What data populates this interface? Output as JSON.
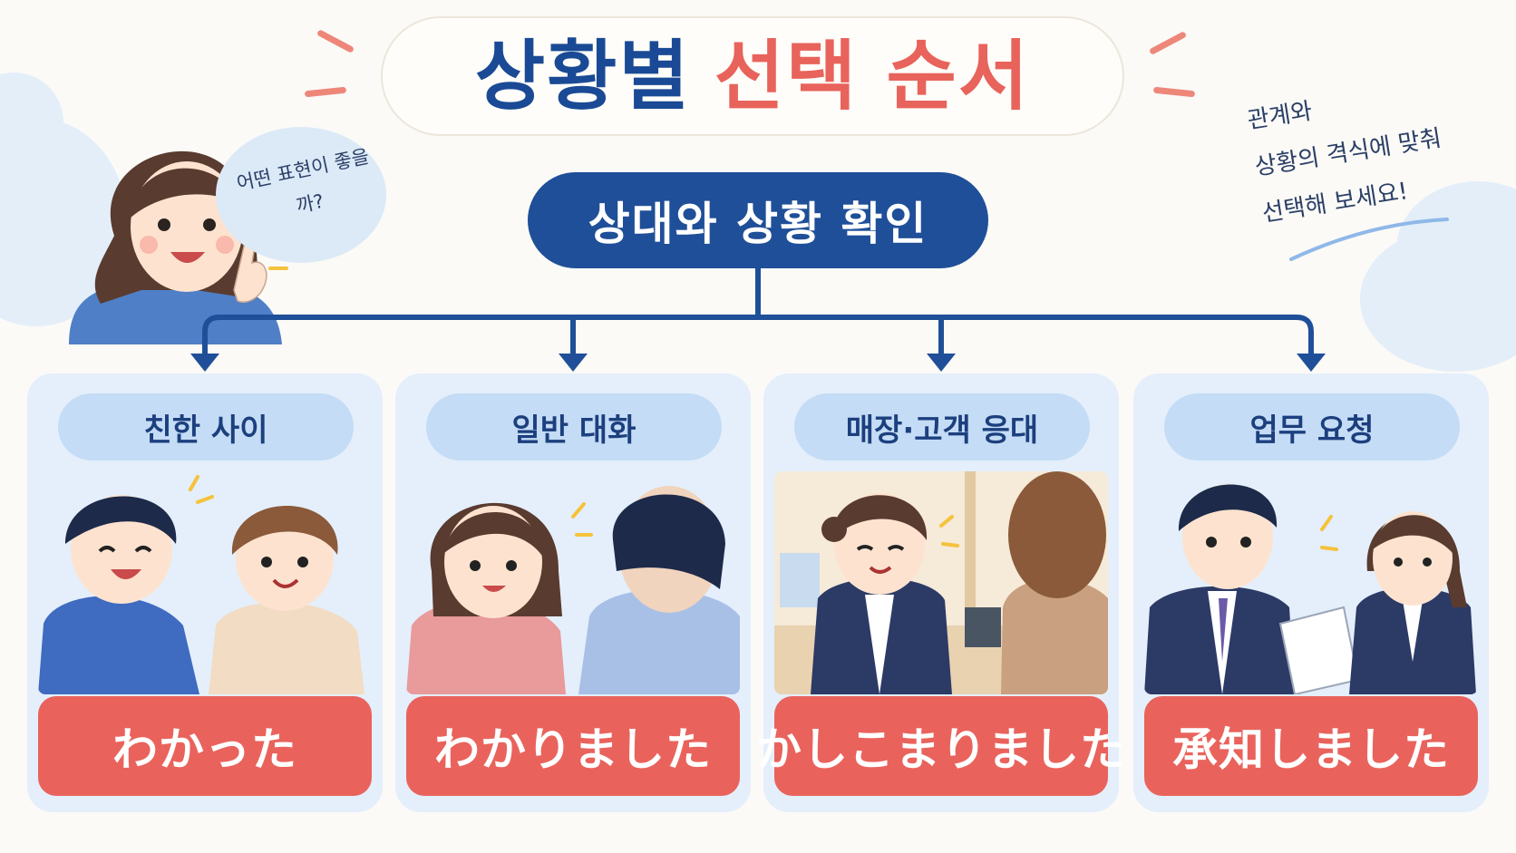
{
  "title": {
    "part_primary": "상황별",
    "part_accent": "선택 순서"
  },
  "root_node": {
    "label": "상대와 상황 확인"
  },
  "guide": {
    "speech": "어떤 표현이 좋을까?"
  },
  "side_note": {
    "lines": [
      "관계와",
      "상황의 격식에 맞춰",
      "선택해 보세요!"
    ]
  },
  "cards": [
    {
      "label": "친한 사이",
      "phrase": "わかった"
    },
    {
      "label": "일반 대화",
      "phrase": "わかりました"
    },
    {
      "label": "매장·고객 응대",
      "phrase": "かしこまりました"
    },
    {
      "label": "업무 요청",
      "phrase": "承知しました"
    }
  ],
  "colors": {
    "navy": "#1f4f98",
    "accent_red": "#e9635c",
    "card_bg": "#e4effb",
    "label_bg": "#c4dcf5"
  }
}
